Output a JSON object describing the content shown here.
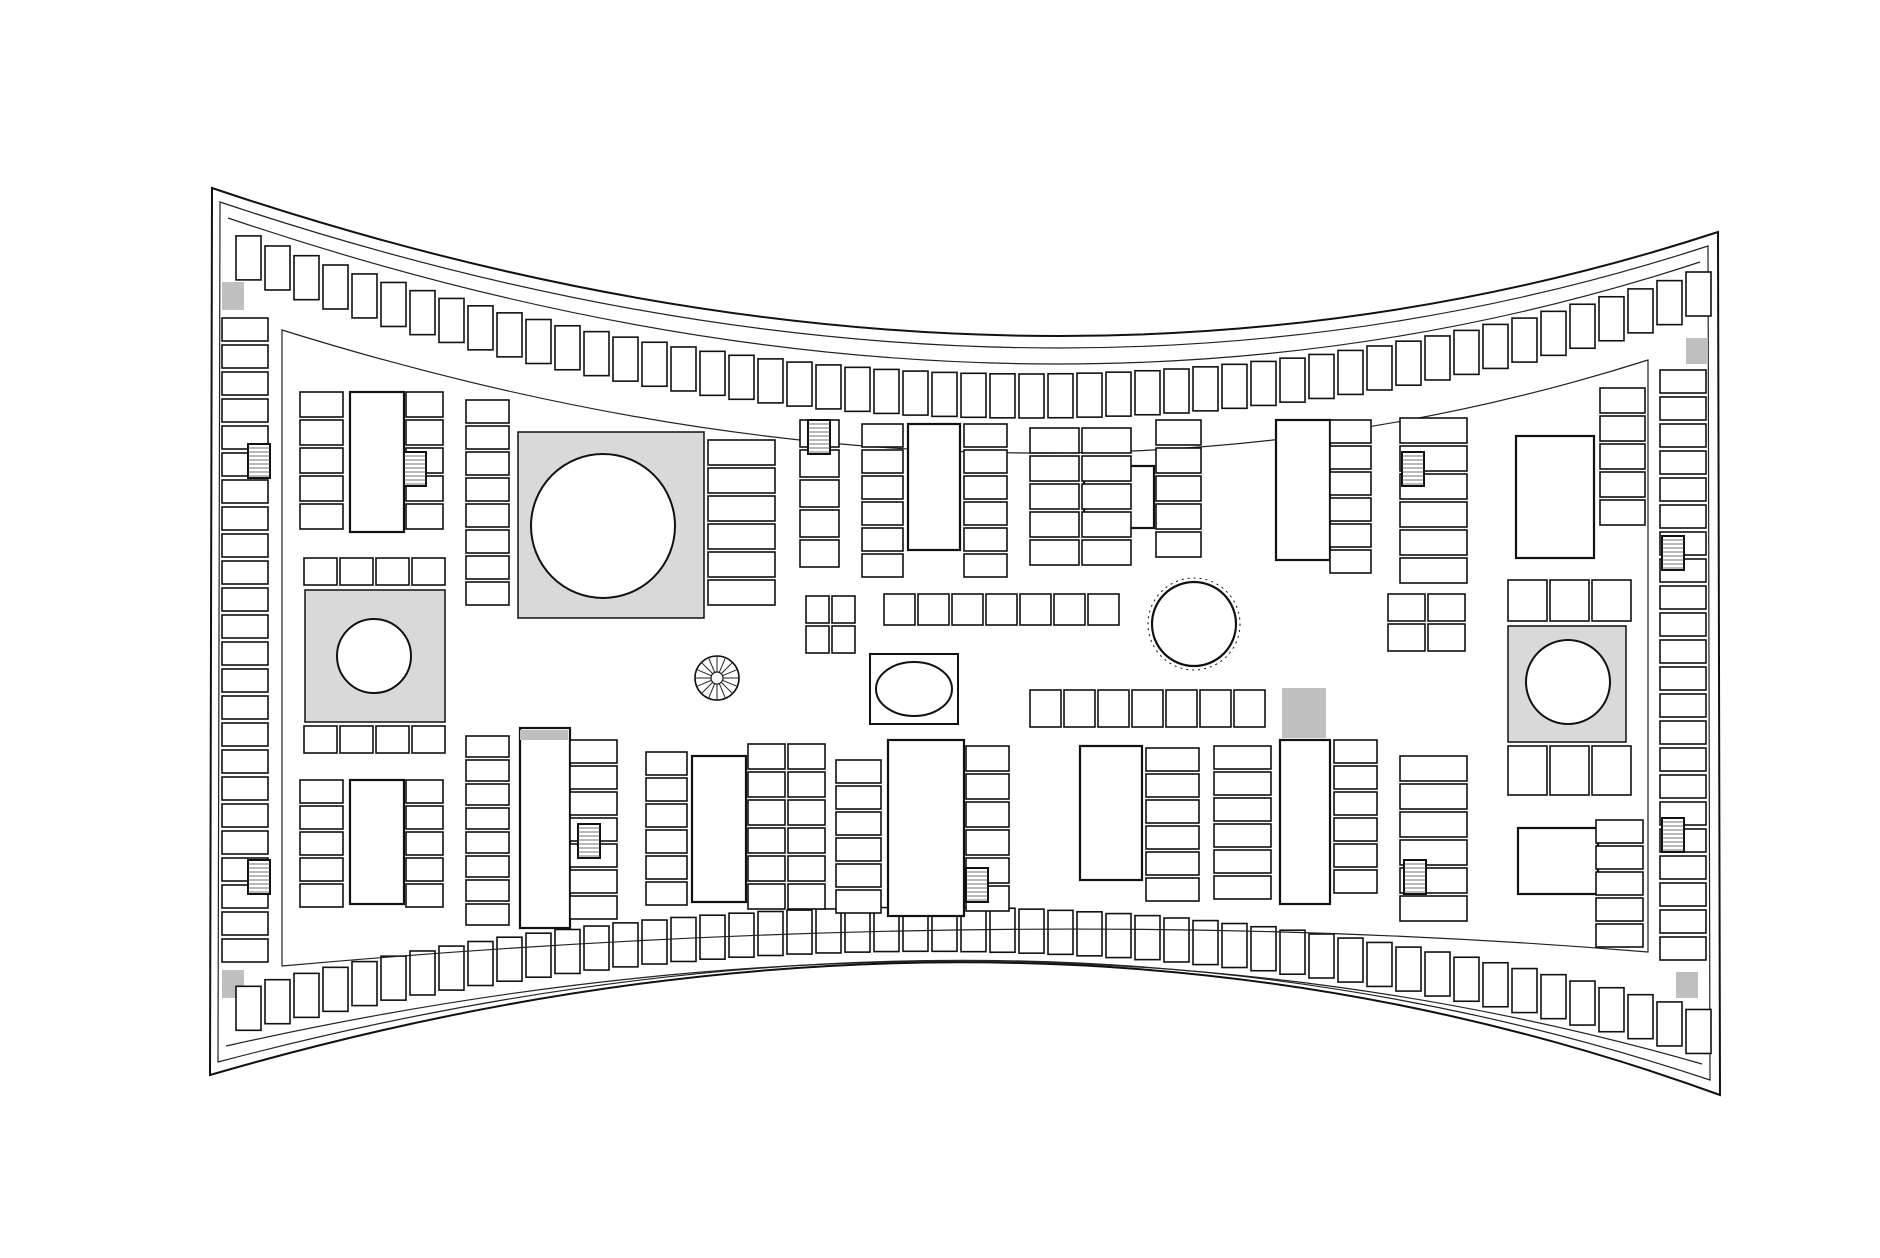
{
  "drawing": {
    "type": "architectural floor plan",
    "text_labels": [],
    "colors": {
      "line": "#111111",
      "background": "#ffffff",
      "atrium_fill": "#d9d9d9",
      "service_fill": "#bfbfbf"
    },
    "elements": {
      "large_atriums": 1,
      "side_atriums": 2,
      "circular_voids": 4,
      "spiral_stairs": 1,
      "oval_rooms": 1,
      "light_courts": 11,
      "stair_cores": 8
    }
  }
}
